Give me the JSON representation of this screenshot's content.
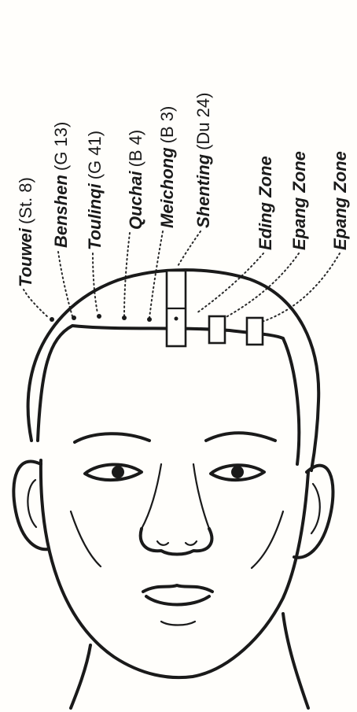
{
  "points": [
    {
      "name": "Touwei",
      "code": "(St. 8)"
    },
    {
      "name": "Benshen",
      "code": "(G 13)"
    },
    {
      "name": "Toulinqi",
      "code": "(G 41)"
    },
    {
      "name": "Quchai",
      "code": "(B 4)"
    },
    {
      "name": "Meichong",
      "code": "(B 3)"
    },
    {
      "name": "Shenting",
      "code": "(Du 24)"
    }
  ],
  "zones": [
    {
      "name": "Eding Zone"
    },
    {
      "name": "Epang Zone"
    },
    {
      "name": "Epang Zone"
    }
  ]
}
